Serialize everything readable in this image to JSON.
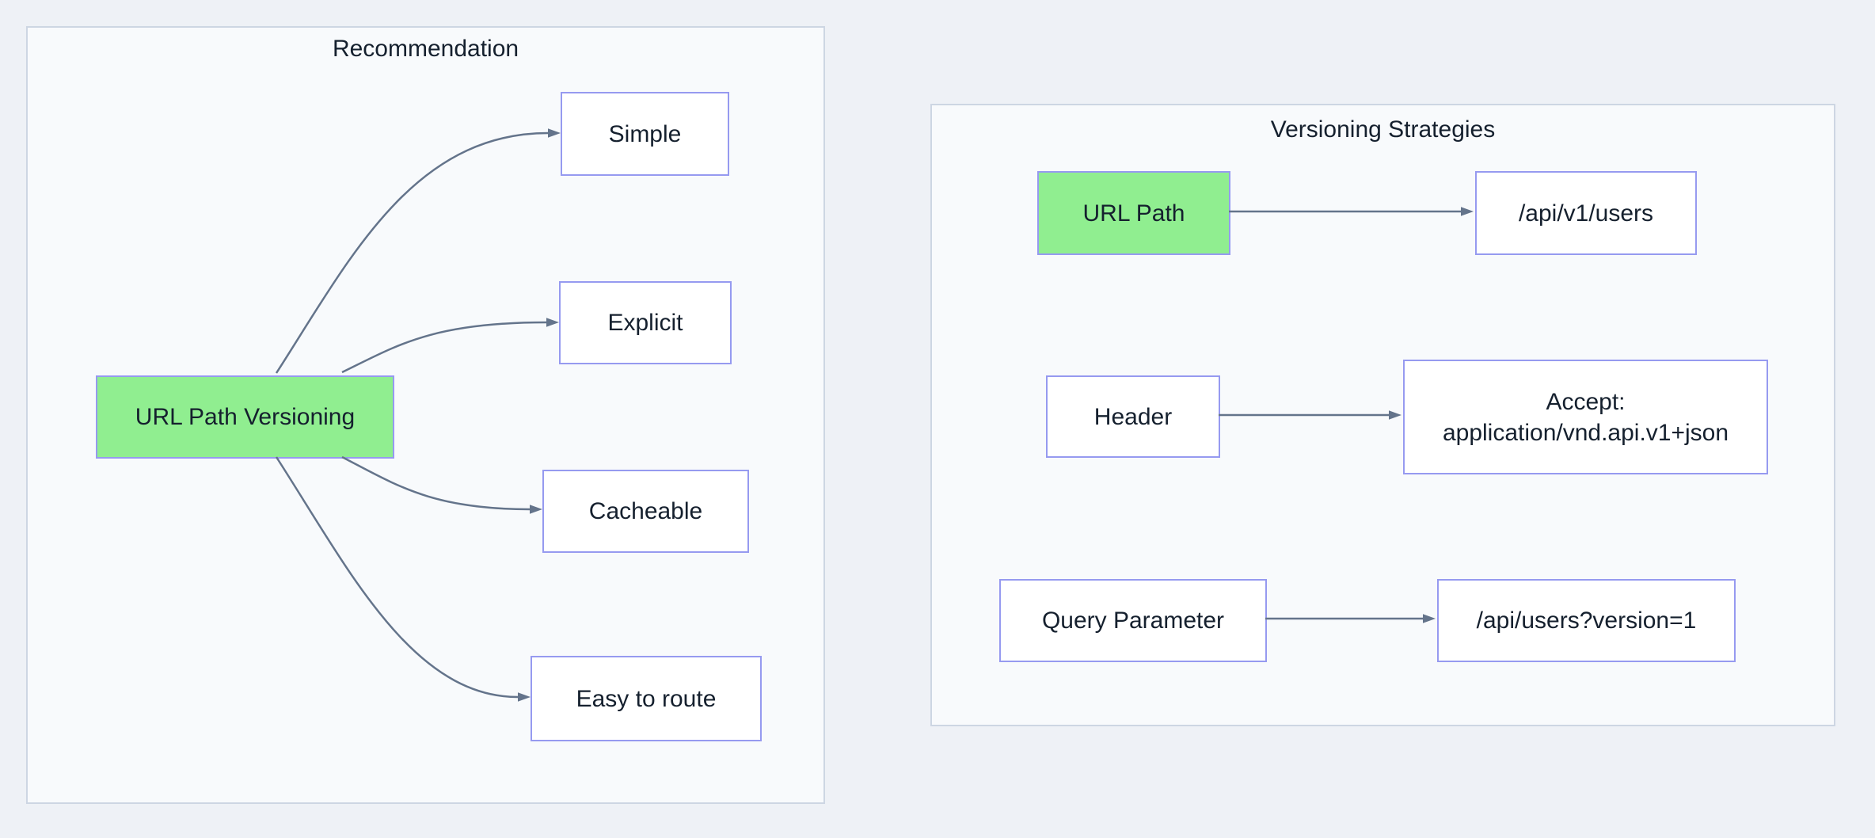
{
  "colors": {
    "background": "#eef1f6",
    "group_fill": "#f8fafc",
    "group_border": "#cdd6e3",
    "node_fill": "#ffffff",
    "node_border": "#969af0",
    "highlight_fill": "#90ee90",
    "edge": "#64748b",
    "text": "#15202e"
  },
  "recommendation": {
    "title": "Recommendation",
    "root": "URL Path Versioning",
    "benefits": [
      "Simple",
      "Explicit",
      "Cacheable",
      "Easy to route"
    ]
  },
  "strategies": {
    "title": "Versioning Strategies",
    "rows": [
      {
        "label": "URL Path",
        "example": "/api/v1/users",
        "highlighted": true
      },
      {
        "label": "Header",
        "example": "Accept: application/vnd.api.v1+json",
        "highlighted": false
      },
      {
        "label": "Query Parameter",
        "example": "/api/users?version=1",
        "highlighted": false
      }
    ]
  }
}
